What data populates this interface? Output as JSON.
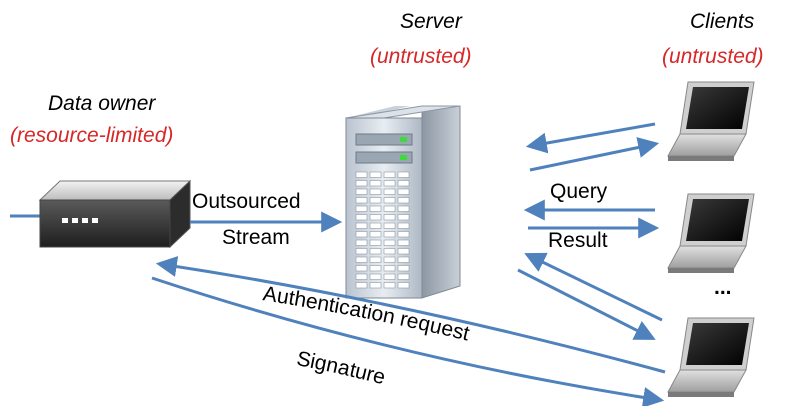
{
  "colors": {
    "arrow": "#4f81bd",
    "untrusted": "#d62828",
    "text": "#000000"
  },
  "server": {
    "title": "Server",
    "subtitle": "(untrusted)"
  },
  "clients": {
    "title": "Clients",
    "subtitle": "(untrusted)",
    "ellipsis": "..."
  },
  "owner": {
    "title": "Data owner",
    "subtitle": "(resource-limited)"
  },
  "flows": {
    "outsourced_line1": "Outsourced",
    "outsourced_line2": "Stream",
    "query": "Query",
    "result": "Result",
    "auth_request": "Authentication request",
    "signature": "Signature"
  },
  "icons": [
    "data-owner-device-icon",
    "server-tower-icon",
    "laptop-icon"
  ]
}
